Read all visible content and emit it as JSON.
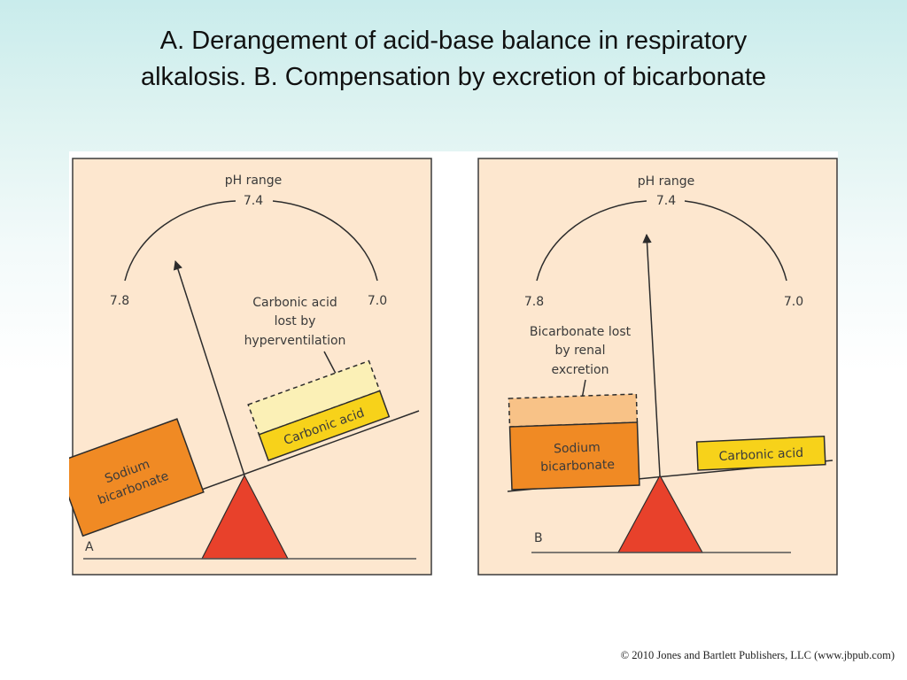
{
  "title": {
    "line1": "A. Derangement of acid-base balance in respiratory",
    "line2": "alkalosis. B. Compensation by excretion of bicarbonate"
  },
  "colors": {
    "panel_bg": "#fde7cf",
    "sodium_bicarbonate_box": "#f08a24",
    "carbonic_acid_box": "#f7d21a",
    "lost_acid_box": "#fbf0b6",
    "lost_bicarbonate_box": "#f8c287",
    "fulcrum": "#e8412b",
    "line": "#2c2c2c"
  },
  "panels": [
    {
      "letter": "A",
      "ph_range_label": "pH range",
      "ph_center": "7.4",
      "ph_left": "7.8",
      "ph_right": "7.0",
      "annotation": [
        "Carbonic acid",
        "lost by",
        "hyperventilation"
      ],
      "left_box_label": [
        "Sodium",
        "bicarbonate"
      ],
      "right_box_label": "Carbonic acid"
    },
    {
      "letter": "B",
      "ph_range_label": "pH range",
      "ph_center": "7.4",
      "ph_left": "7.8",
      "ph_right": "7.0",
      "annotation": [
        "Bicarbonate lost",
        "by renal",
        "excretion"
      ],
      "left_box_label": [
        "Sodium",
        "bicarbonate"
      ],
      "right_box_label": "Carbonic acid"
    }
  ],
  "copyright": "© 2010 Jones and Bartlett Publishers, LLC (www.jbpub.com)"
}
